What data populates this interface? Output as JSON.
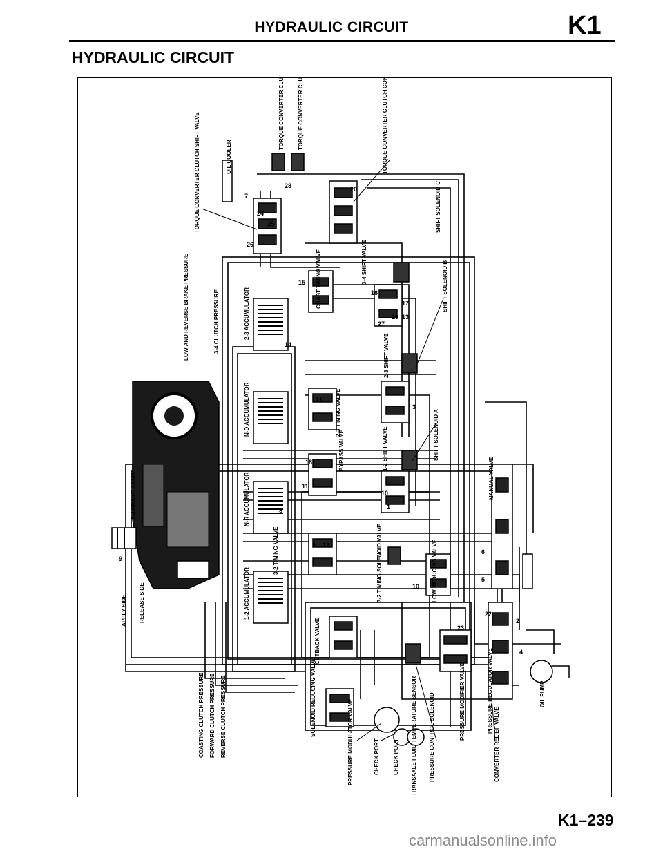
{
  "header": {
    "title": "HYDRAULIC CIRCUIT",
    "section_code": "K1",
    "rule": ""
  },
  "section_heading": "HYDRAULIC CIRCUIT",
  "footer": {
    "page_number": "K1–239",
    "watermark": "carmanualsonline.info"
  },
  "labels": {
    "tcc_solenoid": "TORQUE CONVERTER CLUTCH SOLENOID VALVE",
    "tcc_control_solenoid": "TORQUE CONVERTER CLUTCH CONTROL SOLENOID VALVE",
    "tcc_control_valve": "TORQUE CONVERTER CLUTCH CONTROL VALVE",
    "tcc_shift_valve": "TORQUE CONVERTER CLUTCH SHIFT VALVE",
    "oil_cooler": "OIL COOLER",
    "shift_solenoid_c": "SHIFT SOLENOID C",
    "shift_solenoid_b": "SHIFT SOLENOID B",
    "shift_solenoid_a": "SHIFT SOLENOID A",
    "low_reverse_brake": "LOW AND REVERSE BRAKE PRESSURE",
    "clutch_34": "3-4 CLUTCH PRESSURE",
    "acc_23": "2-3 ACCUMULATOR",
    "shift_34": "3-4 SHIFT VALVE",
    "coast_timing": "COAST TIMING VALVE",
    "shift_23": "2-3 SHIFT VALVE",
    "nd_acc": "N-D ACCUMULATOR",
    "timing_23": "2-3 TIMING VALVE",
    "bypass": "BYPASS VALVE",
    "shift_12": "1-2 SHIFT VALVE",
    "brake_band": "2-4 BRAKE BAND",
    "nr_acc": "N-R ACCUMULATOR",
    "manual_valve": "MANUAL VALVE",
    "timing_32": "3-2 TIMING VALVE",
    "timing_32_sol": "3-2 TIMING SOLENOID VALVE",
    "low_reducing": "LOW REDUCING VALVE",
    "apply_side": "APPLY SIDE",
    "release_side": "RELEASE SIDE",
    "acc_12": "1-2 ACCUMULATOR",
    "cutback": "CUTBACK VALVE",
    "coasting_clutch": "COASTING CLUTCH PRESSURE",
    "forward_clutch": "FORWARD CLUTCH PRESSURE",
    "reverse_clutch": "REVERSE CLUTCH PRESSURE",
    "solenoid_reducing": "SOLENOID REDUCING VALVE",
    "pressure_modulator": "PRESSURE MODULATOR VALVE",
    "check_port_1": "CHECK PORT",
    "check_port_2": "CHECK PORT",
    "fluid_temp": "TRANSAXLE FLUID TEMPERATURE SENSOR",
    "pressure_control_sol": "PRESSURE CONTROL SOLENOID",
    "pressure_modifier": "PRESSURE MODIFIER VALVE",
    "pressure_regulator": "PRESSURE REGULATOR VALVE",
    "converter_relief": "CONVERTER RELIEF VALVE",
    "oil_pump": "OIL PUMP"
  },
  "port_numbers": {
    "p7a": "7",
    "p28a": "28",
    "p20a": "20",
    "p24": "24",
    "p25": "25",
    "p26": "26",
    "p15a": "15",
    "p16": "16",
    "p17": "17",
    "p19": "19",
    "p13a": "13",
    "p27": "27",
    "p14": "14",
    "p21a": "21",
    "p18a": "18",
    "p11": "11",
    "p10a": "10",
    "p10b": "10",
    "p3": "3",
    "p9a": "9",
    "p12": "12",
    "p6": "6",
    "p5": "5",
    "p1": "1",
    "p22": "22",
    "p23": "23",
    "p2": "2",
    "p4": "4",
    "p8": "8",
    "p9b": "9"
  }
}
